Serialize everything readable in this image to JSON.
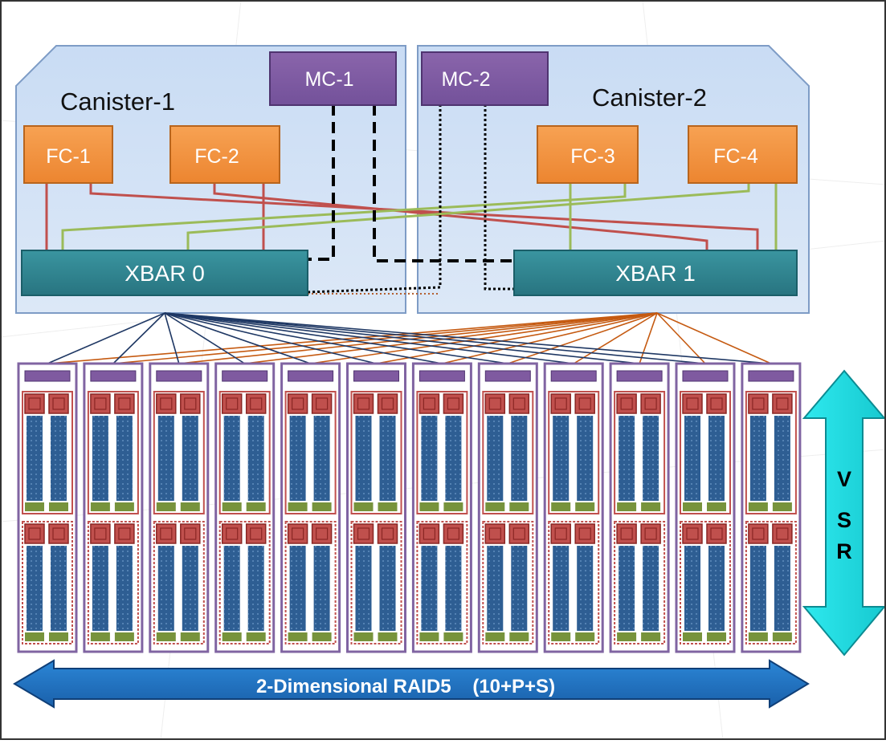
{
  "canisters": [
    {
      "label": "Canister-1"
    },
    {
      "label": "Canister-2"
    }
  ],
  "management_controllers": [
    {
      "label": "MC-1"
    },
    {
      "label": "MC-2"
    }
  ],
  "fibre_channel": [
    {
      "label": "FC-1"
    },
    {
      "label": "FC-2"
    },
    {
      "label": "FC-3"
    },
    {
      "label": "FC-4"
    }
  ],
  "crossbars": [
    {
      "label": "XBAR 0"
    },
    {
      "label": "XBAR 1"
    }
  ],
  "module_count": 12,
  "vertical_arrow": {
    "letters": [
      "V",
      "S",
      "R"
    ]
  },
  "horizontal_arrow": {
    "label": "2-Dimensional RAID5    (10+P+S)"
  },
  "colors": {
    "canister_fill": "#d3e3f6",
    "canister_stroke": "#6e8fbd",
    "mc": "#7f5aa0",
    "fc": "#f0913d",
    "xbar": "#31858f",
    "fc_line_red": "#c0504d",
    "fc_line_green": "#9bbb59",
    "xbar0_fan": "#1f3864",
    "xbar1_fan": "#c55a11",
    "module_border": "#8064a2",
    "flash_blue": "#2e5e93",
    "flash_red": "#c0504d",
    "flash_green": "#77933c",
    "vsr_arrow": "#27e6ea",
    "raid_arrow": "#1f72c0"
  }
}
